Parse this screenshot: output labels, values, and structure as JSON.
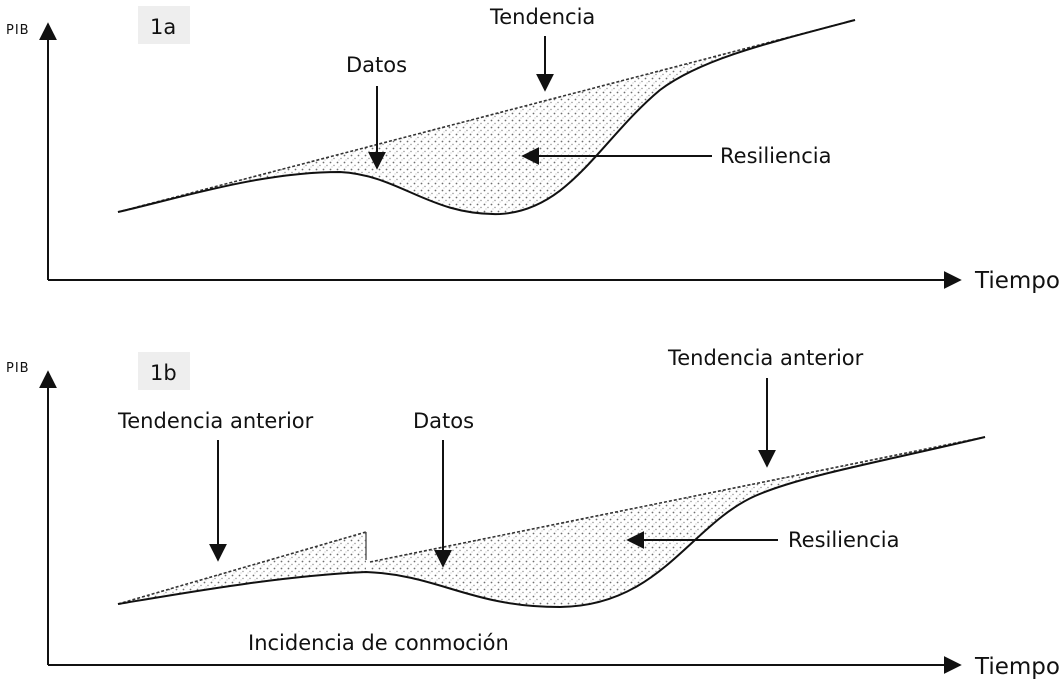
{
  "panels": [
    {
      "id": "1a",
      "tag": "1a",
      "y_axis_label": "PIB",
      "x_axis_label": "Tiempo",
      "labels": {
        "data": "Datos",
        "trend": "Tendencia",
        "resilience": "Resiliencia"
      }
    },
    {
      "id": "1b",
      "tag": "1b",
      "y_axis_label": "PIB",
      "x_axis_label": "Tiempo",
      "labels": {
        "prior_trend_left": "Tendencia anterior",
        "data": "Datos",
        "prior_trend_right": "Tendencia anterior",
        "resilience": "Resiliencia",
        "shock": "Incidencia de conmoción"
      }
    }
  ],
  "colors": {
    "ink": "#111111",
    "shade": "#8a8a8a",
    "tag_bg": "#eeeeee"
  }
}
